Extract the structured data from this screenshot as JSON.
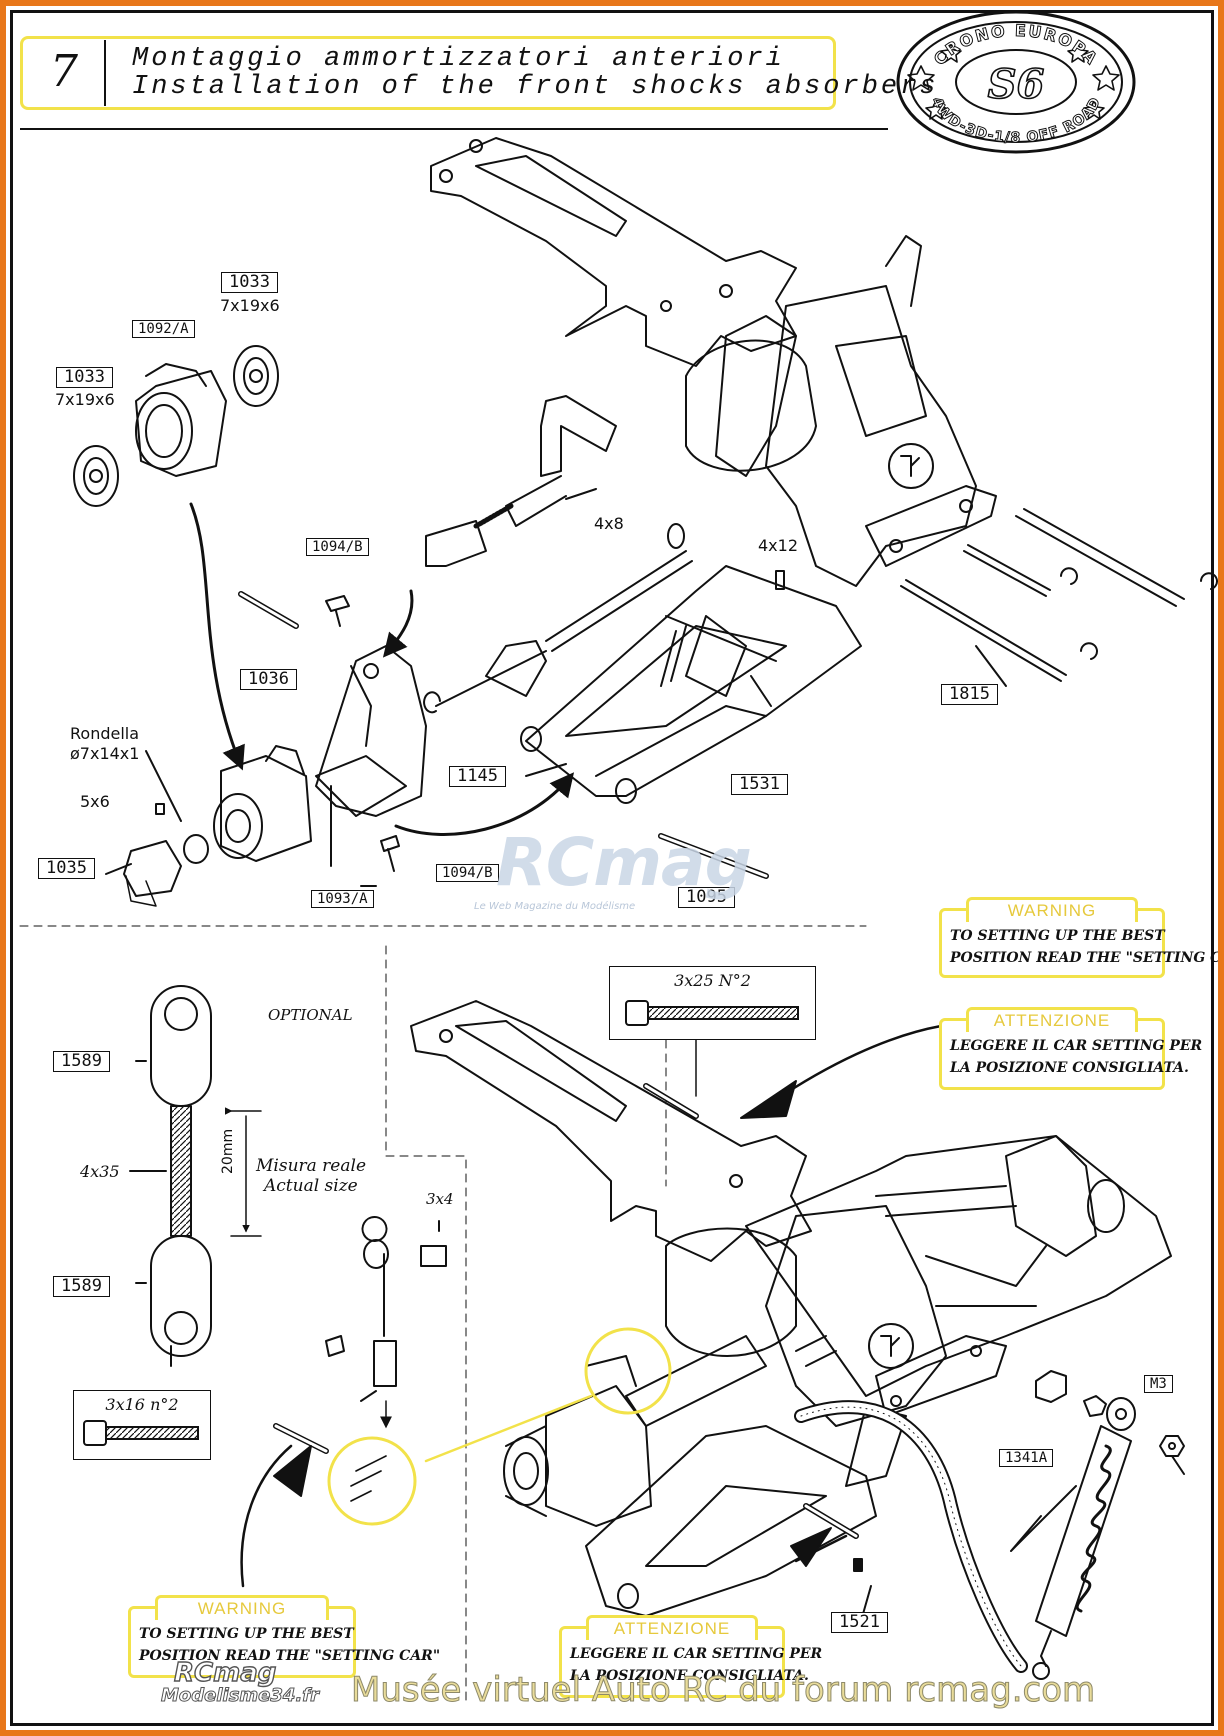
{
  "step": {
    "number": "7",
    "title_it": "Montaggio ammortizzatori anteriori",
    "title_en": "Installation of the front shocks absorbers"
  },
  "logo": {
    "top_text": "CRONO EUROPA",
    "center_text": "S6",
    "bottom_text": "4WD-3D-1/8 OFF ROAD"
  },
  "parts": {
    "p1033_a": "1033",
    "p1033_a_size": "7x19x6",
    "p1033_b": "1033",
    "p1033_b_size": "7x19x6",
    "p1092a": "1092/A",
    "p1094b_a": "1094/B",
    "p1094b_b": "1094/B",
    "p1036": "1036",
    "p1035": "1035",
    "p1093a": "1093/A",
    "p1145": "1145",
    "p1531": "1531",
    "p1095": "1095",
    "p1815": "1815",
    "p1589_a": "1589",
    "p1589_b": "1589",
    "p1341a": "1341A",
    "pm3": "M3",
    "p1521": "1521"
  },
  "sizes": {
    "s4x8": "4x8",
    "s4x12": "4x12",
    "s5x6": "5x6",
    "rondella": "Rondella",
    "rondella_size": "ø7x14x1",
    "s3x4": "3x4",
    "s4x35": "4x35",
    "s20mm": "20mm",
    "bolt_3x25": "3x25  N°2",
    "bolt_3x16": "3x16  n°2"
  },
  "optional": {
    "label": "OPTIONAL",
    "measure_it": "Misura reale",
    "measure_en": "Actual size"
  },
  "notes": {
    "warning_head": "WARNING",
    "warning_line1": "TO SETTING UP THE BEST",
    "warning_line2": "POSITION READ THE \"SETTING CAR\"",
    "attenzione_head": "ATTENZIONE",
    "attenzione_line1": "LEGGERE IL CAR SETTING PER",
    "attenzione_line2": "LA POSIZIONE CONSIGLIATA."
  },
  "watermarks": {
    "rcmag": "RCmag",
    "rcmag_sub": "Le Web Magazine du Modélisme",
    "footer": "Musée virtuel Auto RC du forum rcmag.com",
    "footer_logo1": "RCmag",
    "footer_logo2": "Modelisme34.fr"
  },
  "colors": {
    "border": "#e8771a",
    "highlight": "#f2e24a",
    "note_head": "#e6c93c"
  }
}
